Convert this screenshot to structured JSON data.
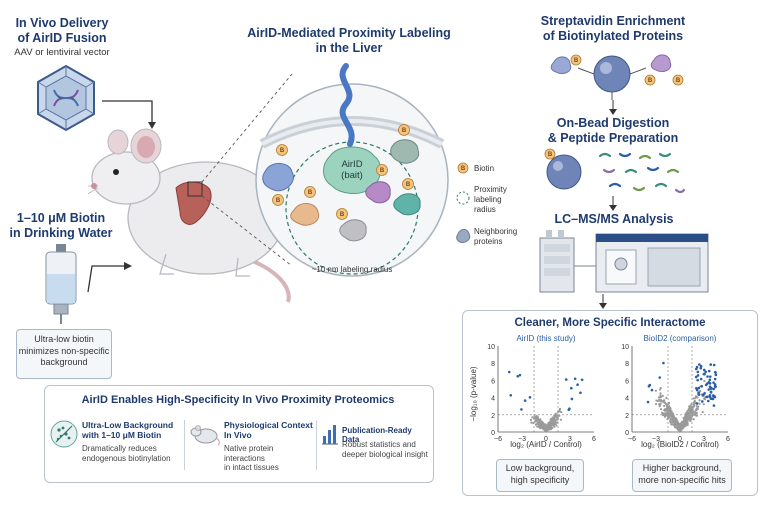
{
  "delivery": {
    "title_line1": "In Vivo Delivery",
    "title_line2": "of AirID Fusion",
    "subtitle": "AAV or lentiviral vector"
  },
  "biotin_water": {
    "title_line1": "1–10 μM Biotin",
    "title_line2": "in Drinking Water",
    "note_line1": "Ultra-low biotin",
    "note_line2": "minimizes non-specific",
    "note_line3": "background"
  },
  "labeling": {
    "title_line1": "AirID-Mediated Proximity Labeling",
    "title_line2": "in the Liver",
    "bait_line1": "AirID",
    "bait_line2": "(bait)",
    "radius_label": "~10 nm labeling radius",
    "biotin_badge": "B"
  },
  "legend": {
    "biotin": "Biotin",
    "radius_line1": "Proximity",
    "radius_line2": "labeling",
    "radius_line3": "radius",
    "neighbor_line1": "Neighboring",
    "neighbor_line2": "proteins"
  },
  "workflow": {
    "step1_line1": "Streptavidin Enrichment",
    "step1_line2": "of Biotinylated Proteins",
    "step2_line1": "On-Bead Digestion",
    "step2_line2": "& Peptide Preparation",
    "step3": "LC–MS/MS Analysis"
  },
  "interactome": {
    "title": "Cleaner, More Specific Interactome",
    "ylabel": "−log₁₀ (p-value)",
    "left_panel_title": "AirID (this study)",
    "right_panel_title": "BioID2 (comparison)",
    "left_xlabel": "log₂ (AirID / Control)",
    "right_xlabel": "log₂ (BioID2 / Control)",
    "left_note_line1": "Low background,",
    "left_note_line2": "high specificity",
    "right_note_line1": "Higher background,",
    "right_note_line2": "more non-specific hits",
    "yticks": [
      "10",
      "8",
      "6",
      "4",
      "2",
      "0"
    ],
    "xticks": [
      "−6",
      "−3",
      "0",
      "3",
      "6"
    ],
    "colors": {
      "significant": "#2b5fa3",
      "background": "#9a9a9a"
    }
  },
  "summary": {
    "title": "AirID Enables High-Specificity In Vivo Proximity Proteomics",
    "item1_title_line1": "Ultra-Low Background",
    "item1_title_line2": "with 1–10 μM Biotin",
    "item1_body_line1": "Dramatically reduces",
    "item1_body_line2": "endogenous biotinylation",
    "item2_title_line1": "Physiological Context",
    "item2_title_line2": "In Vivo",
    "item2_body_line1": "Native protein interactions",
    "item2_body_line2": "in intact tissues",
    "item3_title": "Publication-Ready Data",
    "item3_body_line1": "Robust statistics and",
    "item3_body_line2": "deeper biological insight"
  },
  "icons": [
    "virus-icon",
    "mouse-icon",
    "water-bottle-icon",
    "streptavidin-bead-icon",
    "peptides-icon",
    "mass-spectrometer-icon",
    "scatter-icon",
    "mouse-small-icon",
    "bar-chart-icon"
  ]
}
